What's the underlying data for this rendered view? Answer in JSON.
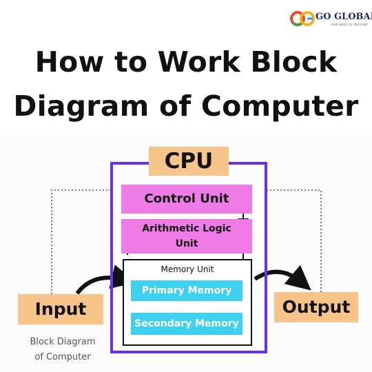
{
  "title": {
    "line1": "How to Work Block",
    "line2": "Diagram of Computer"
  },
  "logo": {
    "name": "GO GLOBAL",
    "tagline": "new ways to discover"
  },
  "diagram": {
    "cpu": "CPU",
    "control_unit": "Control Unit",
    "alu": "Arithmetic Logic Unit",
    "memory_unit": "Memory Unit",
    "primary_memory": "Primary Memory",
    "secondary_memory": "Secondary Memory",
    "input": "Input",
    "output": "Output",
    "caption_line1": "Block Diagram",
    "caption_line2": "of Computer"
  },
  "colors": {
    "cpu_border": "#6a2ef2",
    "orange_box": "#f7c58a",
    "pink_box": "#ee7be6",
    "cyan_box": "#3dd0ef"
  }
}
